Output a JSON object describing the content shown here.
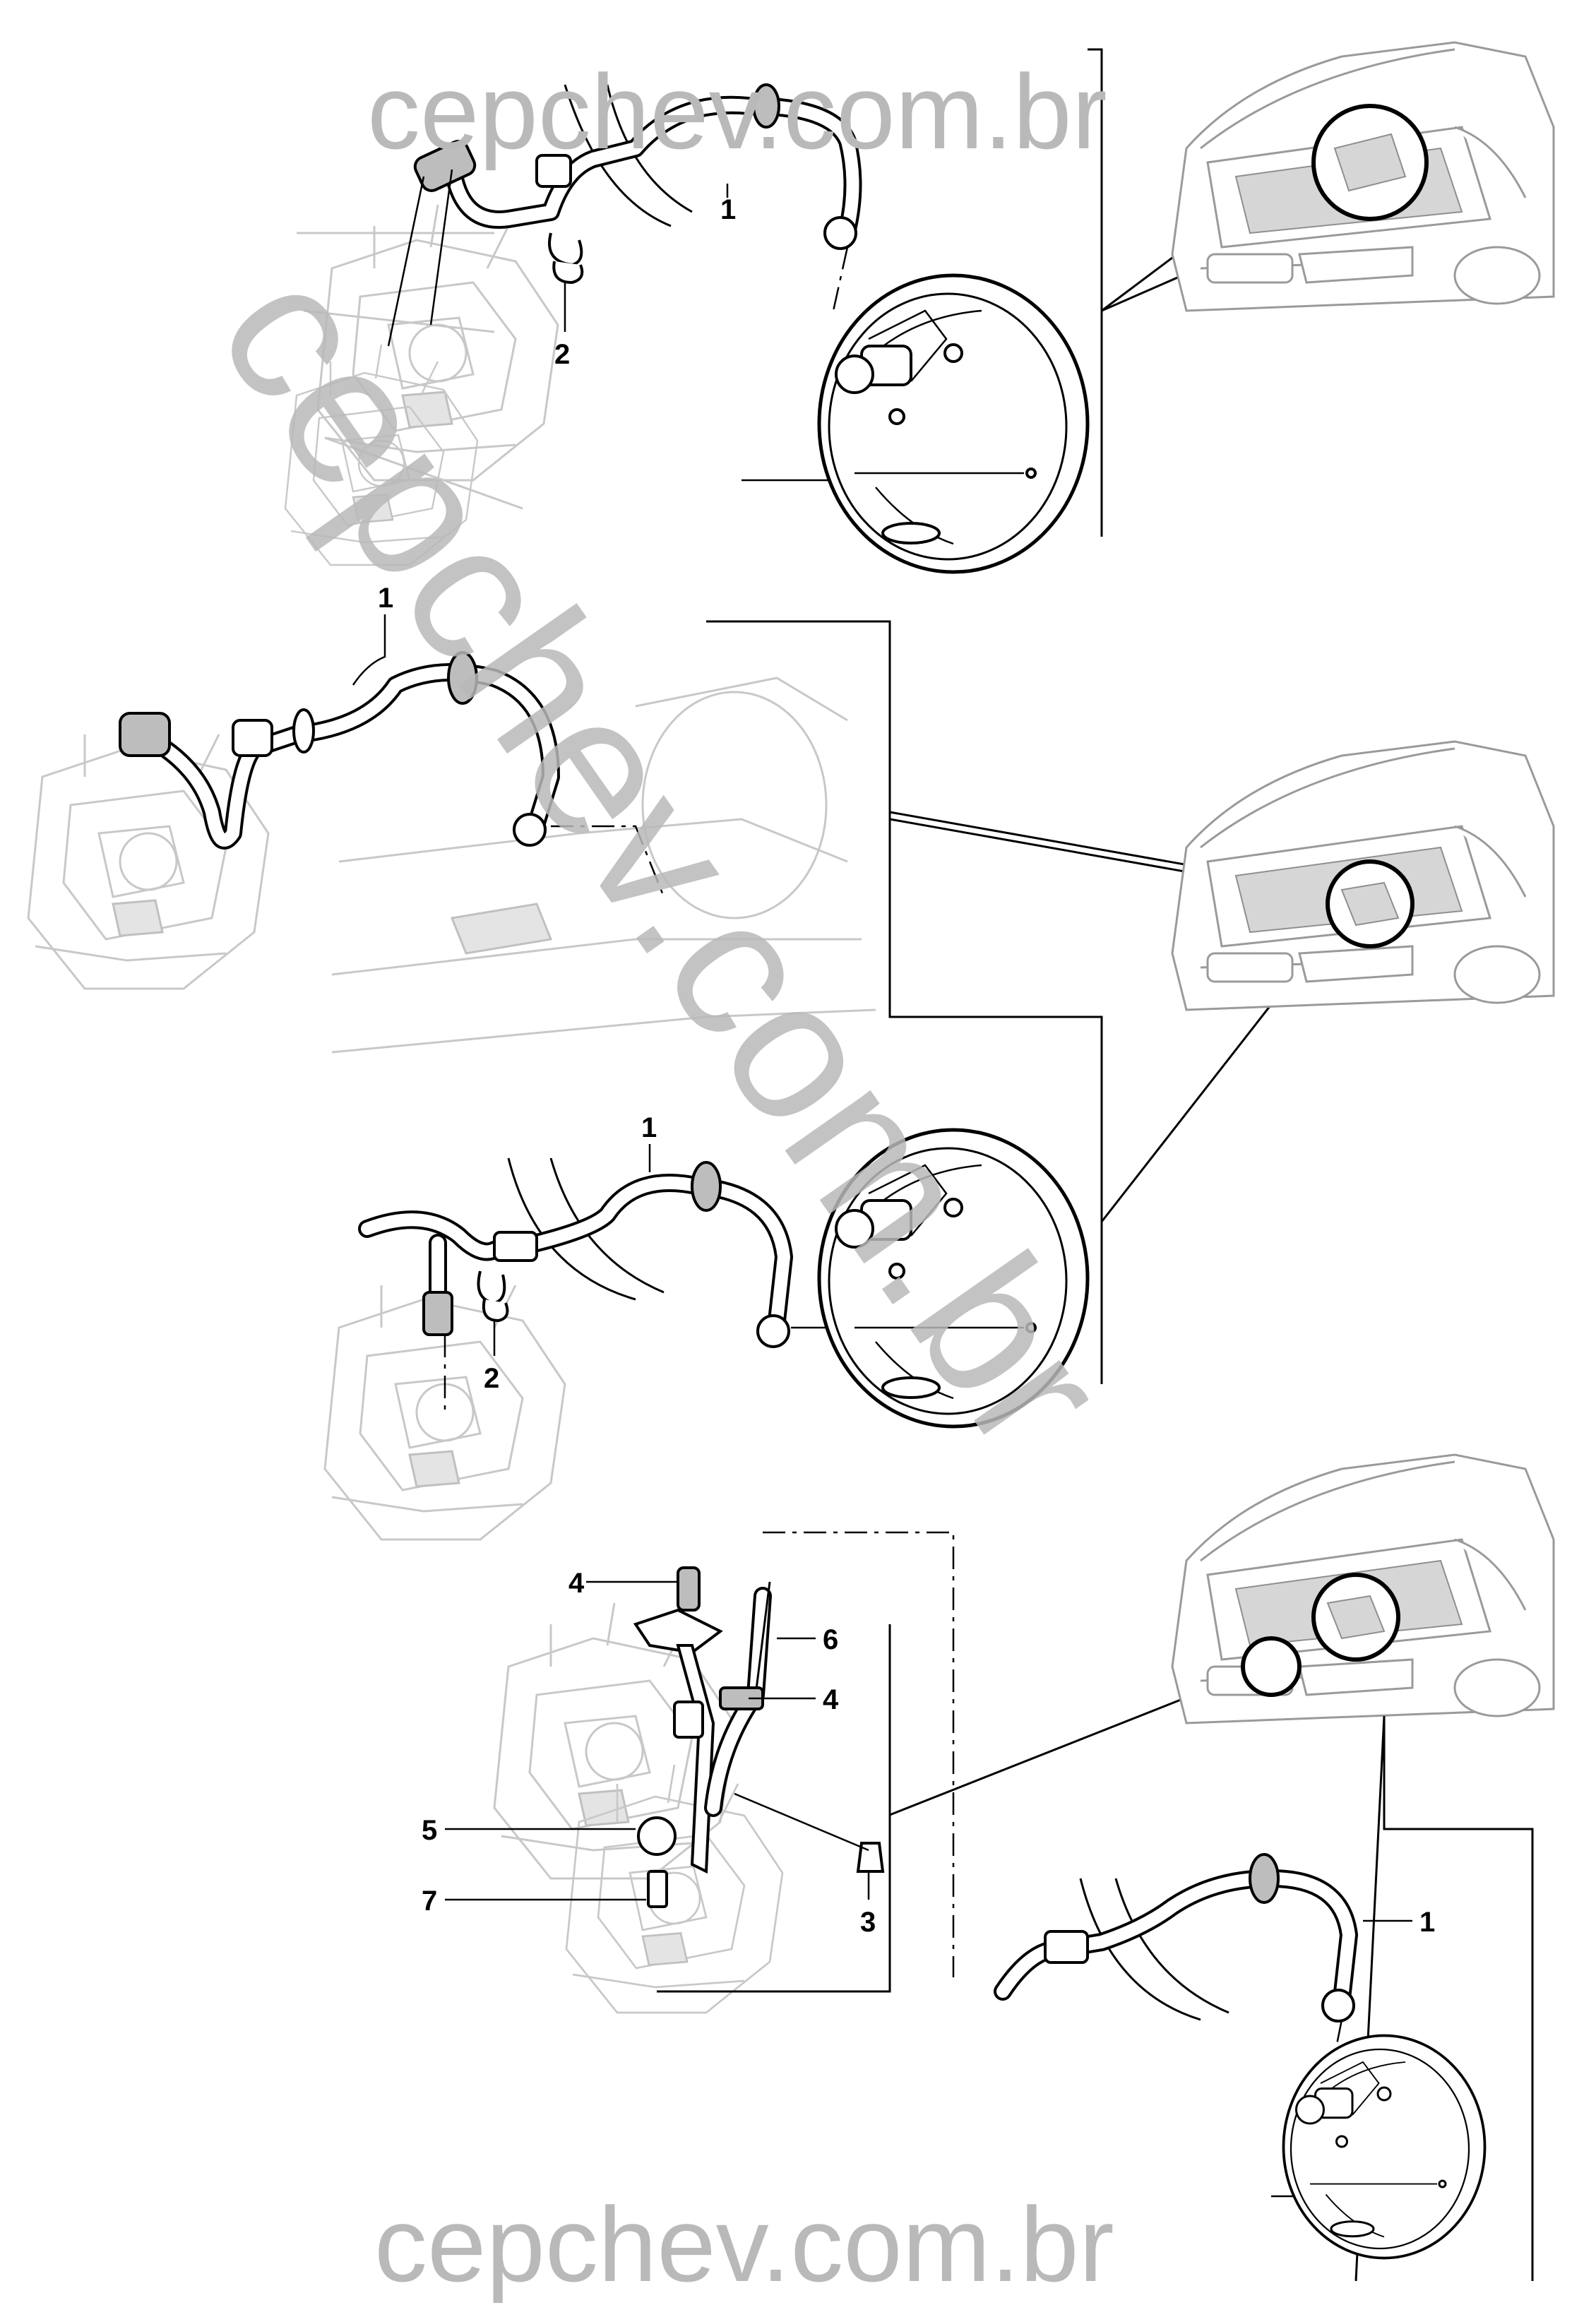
{
  "watermark": {
    "top_text": "cepchev.com.br",
    "diagonal_text": "cepchev.com.br",
    "bottom_text": "cepchev.com.br"
  },
  "callouts": {
    "panel1_hose": "1",
    "panel1_clip": "2",
    "panel2_hose": "1",
    "panel3_hose": "1",
    "panel3_clip": "2",
    "panel4_clip_top": "4",
    "panel4_hose": "6",
    "panel4_clip_mid": "4",
    "panel4_nut": "5",
    "panel4_bolt": "7",
    "panel4_clip_bottom": "3",
    "panel5_hose": "1"
  }
}
